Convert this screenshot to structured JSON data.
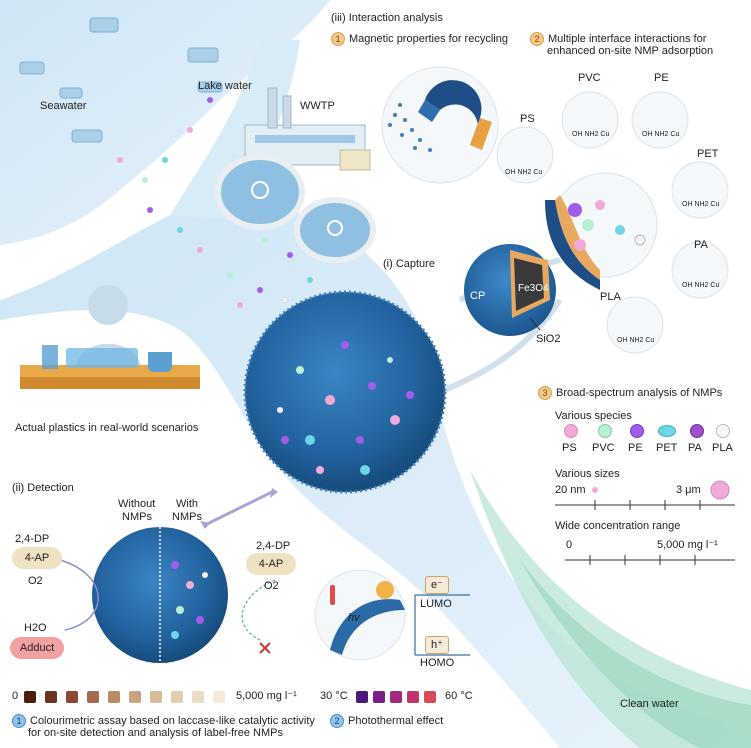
{
  "sources": {
    "seawater": "Seawater",
    "lake": "Lake water",
    "wwtp": "WWTP",
    "actual": "Actual plastics in real-world scenarios",
    "clean": "Clean water"
  },
  "capture": {
    "label": "(i) Capture",
    "cp": "CP",
    "fe3o4": "Fe3O4",
    "sio2": "SiO2"
  },
  "interaction": {
    "title": "(iii) Interaction analysis",
    "item1": {
      "num": "1",
      "text": "Magnetic properties for recycling"
    },
    "item2": {
      "num": "2",
      "text": "Multiple interface interactions for",
      "text2": "enhanced on-site NMP adsorption"
    },
    "polymers": [
      {
        "name": "PS",
        "groups": "OH NH2 Cu"
      },
      {
        "name": "PVC",
        "groups": "OH NH2 Cu"
      },
      {
        "name": "PE",
        "groups": "OH NH2 Cu"
      },
      {
        "name": "PET",
        "groups": "OH NH2 Cu"
      },
      {
        "name": "PA",
        "groups": "OH NH2 Cu"
      },
      {
        "name": "PLA",
        "groups": "OH NH2 Cu"
      }
    ]
  },
  "broad": {
    "num": "3",
    "title": "Broad-spectrum analysis of NMPs",
    "species_label": "Various species",
    "species": [
      {
        "name": "PS",
        "color": "#f2a9d8"
      },
      {
        "name": "PVC",
        "color": "#b9f0d4"
      },
      {
        "name": "PE",
        "color": "#a25de8"
      },
      {
        "name": "PET",
        "color": "#6fd6e8"
      },
      {
        "name": "PA",
        "color": "#9b4fc9"
      },
      {
        "name": "PLA",
        "color": "#f2f2f2"
      }
    ],
    "sizes_label": "Various sizes",
    "size_min": "20 nm",
    "size_max": "3 μm",
    "conc_label": "Wide concentration range",
    "conc_min": "0",
    "conc_max": "5,000 mg l⁻¹"
  },
  "detection": {
    "title": "(ii) Detection",
    "without": "Without",
    "without2": "NMPs",
    "with": "With",
    "with2": "NMPs",
    "dp_left": "2,4-DP",
    "ap_left": "4-AP",
    "o2_left": "O2",
    "h2o": "H2O",
    "adduct": "Adduct",
    "dp_right": "2,4-DP",
    "ap_right": "4-AP",
    "o2_right": "O2",
    "lumo": "LUMO",
    "homo": "HOMO",
    "electron": "e⁻",
    "hole": "h⁺",
    "hv": "hv"
  },
  "scale": {
    "conc_start": "0",
    "conc_end": "5,000 mg l⁻¹",
    "conc_colors": [
      "#4a1f10",
      "#6b3420",
      "#8a4a32",
      "#a56a4c",
      "#b98a66",
      "#c9a47e",
      "#d8bc98",
      "#e2cdae",
      "#ebdcc4",
      "#f3ead9"
    ],
    "temp_start": "30 °C",
    "temp_end": "60 °C",
    "temp_colors": [
      "#4a1a7a",
      "#7a1f8a",
      "#a12a7a",
      "#c2356a",
      "#d84a5a"
    ]
  },
  "footer": {
    "item1_num": "1",
    "item1": "Colourimetric assay based on laccase-like catalytic activity",
    "item1b": "for on-site detection and analysis of label-free NMPs",
    "item2_num": "2",
    "item2": "Photothermal effect"
  }
}
